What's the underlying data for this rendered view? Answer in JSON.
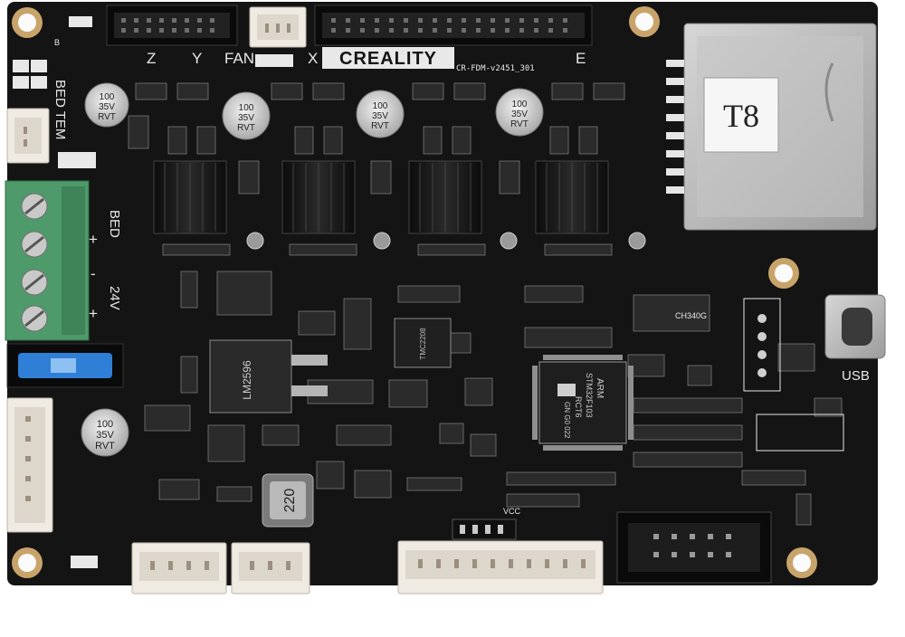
{
  "board": {
    "brand": "CREALITY",
    "model": "CR-FDM-v2451_301",
    "colors": {
      "pcb": "#141414",
      "silkscreen": "#e8e8e8",
      "terminal_green": "#4f9a6a",
      "fuse_blue": "#2f7fd6",
      "connector_white": "#efeae2",
      "metal": "#b9b9b9",
      "mount_pad": "#c9a46a"
    }
  },
  "labels": {
    "z": "Z",
    "y": "Y",
    "fan": "FAN",
    "x": "X",
    "e": "E",
    "bed_tem": "BED TEM",
    "bed": "BED",
    "plus": "+",
    "minus": "-",
    "v24": "24V",
    "usb": "USB",
    "vcc": "VCC",
    "b": "B"
  },
  "components": {
    "sd_card_label": "T8",
    "cap_text_1": "100",
    "cap_text_2": "35V",
    "cap_text_3": "RVT",
    "inductor": "220",
    "mcu_line1": "ARM",
    "mcu_line2": "STM32F103",
    "mcu_line3": "RCT6",
    "mcu_line4": "GN G0 022",
    "regulator": "LM2596",
    "usb_chip": "CH340G",
    "driver_ic": "TMC2208"
  },
  "icons": [
    "mounting-hole-icon",
    "st-logo-icon"
  ]
}
